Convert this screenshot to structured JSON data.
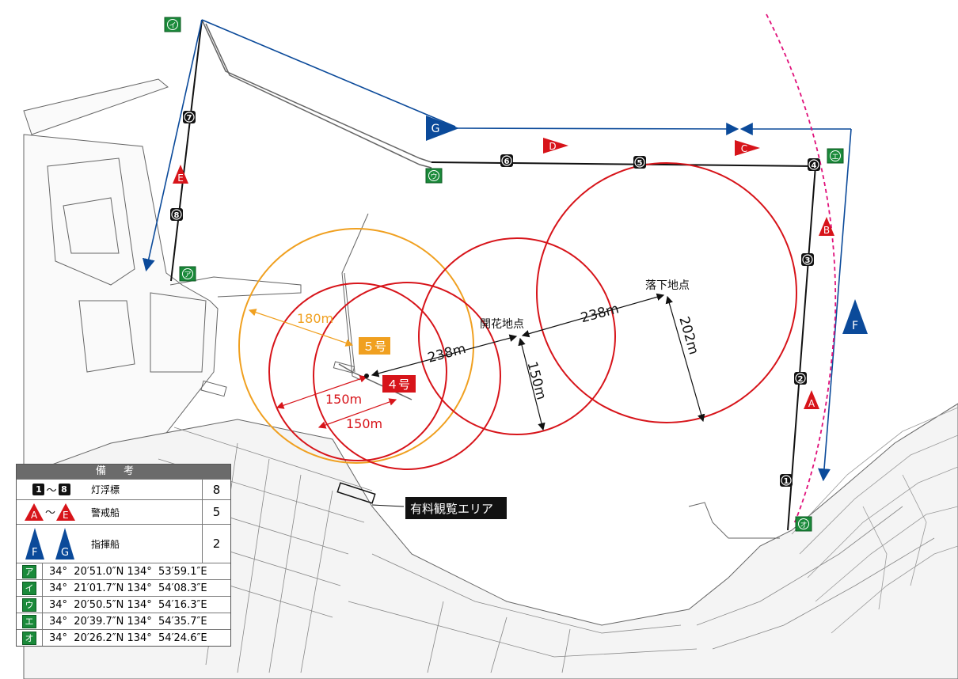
{
  "map": {
    "labels": {
      "viewing_area": "有料観覧エリア",
      "burst_point": "開花地点",
      "fall_point": "落下地点",
      "shell5": "５号",
      "shell4": "４号",
      "d180": "180m",
      "d150a": "150m",
      "d150b": "150m",
      "d238a": "238m",
      "d238b": "238m",
      "d150c": "150m",
      "d202": "202m"
    },
    "buoys": [
      "1",
      "2",
      "3",
      "4",
      "5",
      "6",
      "7",
      "8"
    ],
    "boats": [
      "A",
      "B",
      "C",
      "D",
      "E"
    ],
    "command_boats": [
      "F",
      "G"
    ],
    "points": [
      "ア",
      "イ",
      "ウ",
      "エ",
      "オ"
    ],
    "colors": {
      "red": "#d7141a",
      "orange": "#f0a020",
      "blue": "#0b4a9a",
      "green": "#1a8a3a",
      "magenta": "#e0107a"
    }
  },
  "legend": {
    "header": "備考",
    "rows": [
      {
        "from": "1",
        "to": "8",
        "label": "灯浮標",
        "count": "8"
      },
      {
        "from": "A",
        "to": "E",
        "label": "警戒船",
        "count": "5"
      },
      {
        "from": "F",
        "to": "G",
        "label": "指揮船",
        "count": "2"
      }
    ],
    "coords": [
      {
        "key": "ア",
        "value": "34°  20′51.0″N 134°  53′59.1″E"
      },
      {
        "key": "イ",
        "value": "34°  21′01.7″N 134°  54′08.3″E"
      },
      {
        "key": "ウ",
        "value": "34°  20′50.5″N 134°  54′16.3″E"
      },
      {
        "key": "エ",
        "value": "34°  20′39.7″N 134°  54′35.7″E"
      },
      {
        "key": "オ",
        "value": "34°  20′26.2″N 134°  54′24.6″E"
      }
    ]
  }
}
